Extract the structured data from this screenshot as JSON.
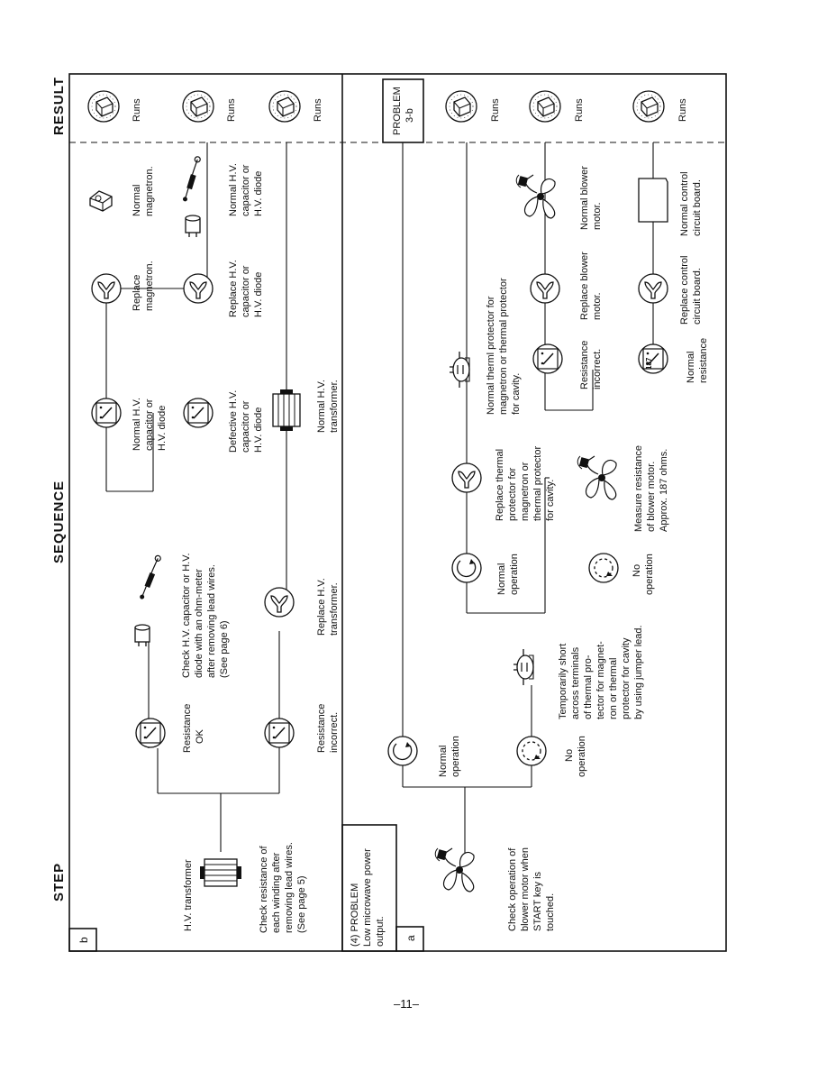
{
  "headers": {
    "step": "STEP",
    "sequence": "SEQUENCE",
    "result": "RESULT"
  },
  "page_number": "–11–",
  "section_b": {
    "tag": "b",
    "hv_transformer": "H.V. transformer",
    "check_winding": [
      "Check resistance of",
      "each winding after",
      "removing lead wires.",
      "(See page 5)"
    ],
    "resistance_ok": [
      "Resistance",
      "OK"
    ],
    "resistance_incorrect": [
      "Resistance",
      "incorrect."
    ],
    "check_capacitor": [
      "Check H.V. capacitor or H.V.",
      "diode with an ohm-meter",
      "after removing lead wires.",
      "(See page 6)"
    ],
    "replace_transformer": [
      "Replace H.V.",
      "transformer."
    ],
    "normal_cap_diode": [
      "Normal H.V.",
      "capacitor or",
      "H.V. diode"
    ],
    "defective_cap_diode": [
      "Defective H.V.",
      "capacitor or",
      "H.V. diode"
    ],
    "normal_transformer": [
      "Normal H.V.",
      "transformer."
    ],
    "replace_magnetron": [
      "Replace",
      "magnetron."
    ],
    "replace_cap_diode": [
      "Replace H.V.",
      "capacitor or",
      "H.V. diode"
    ],
    "normal_magnetron": [
      "Normal",
      "magnetron."
    ],
    "normal_cap_diode_result": [
      "Normal H.V.",
      "capacitor or",
      "H.V. diode"
    ],
    "runs": "Runs"
  },
  "section_a": {
    "problem_title": [
      "(4) PROBLEM",
      "Low microwave power",
      "output."
    ],
    "tag": "a",
    "check_blower": [
      "Check operation of",
      "blower motor when",
      "START key is",
      "touched."
    ],
    "normal_operation": [
      "Normal",
      "operation"
    ],
    "no_operation": [
      "No",
      "operation"
    ],
    "temporarily_short": [
      "Temporarily short",
      "across terminals",
      "of thermal pro-",
      "tector for magnet-",
      "ron or thermal",
      "protector for cavity",
      "by using jumper lead."
    ],
    "replace_thermal": [
      "Replace thermal",
      "protector for",
      "magnetron or",
      "thermal protector",
      "for cavity."
    ],
    "measure_resistance": [
      "Measure resistance",
      "of blower motor.",
      "Approx. 187 ohms."
    ],
    "normal_thermal": [
      "Normal therml  protector for",
      "magnetron or  thermal protector",
      "for cavity."
    ],
    "resistance_incorrect": [
      "Resistance",
      "incorrect."
    ],
    "normal_resistance": [
      "Normal",
      "resistance"
    ],
    "meter_reading": "187",
    "replace_blower": [
      "Replace blower",
      "motor."
    ],
    "replace_control": [
      "Replace control",
      "circuit board."
    ],
    "normal_blower": [
      "Normal blower",
      "motor."
    ],
    "normal_control": [
      "Normal control",
      "circuit board."
    ],
    "problem_ref": [
      "PROBLEM",
      "3-b"
    ],
    "runs": "Runs"
  }
}
